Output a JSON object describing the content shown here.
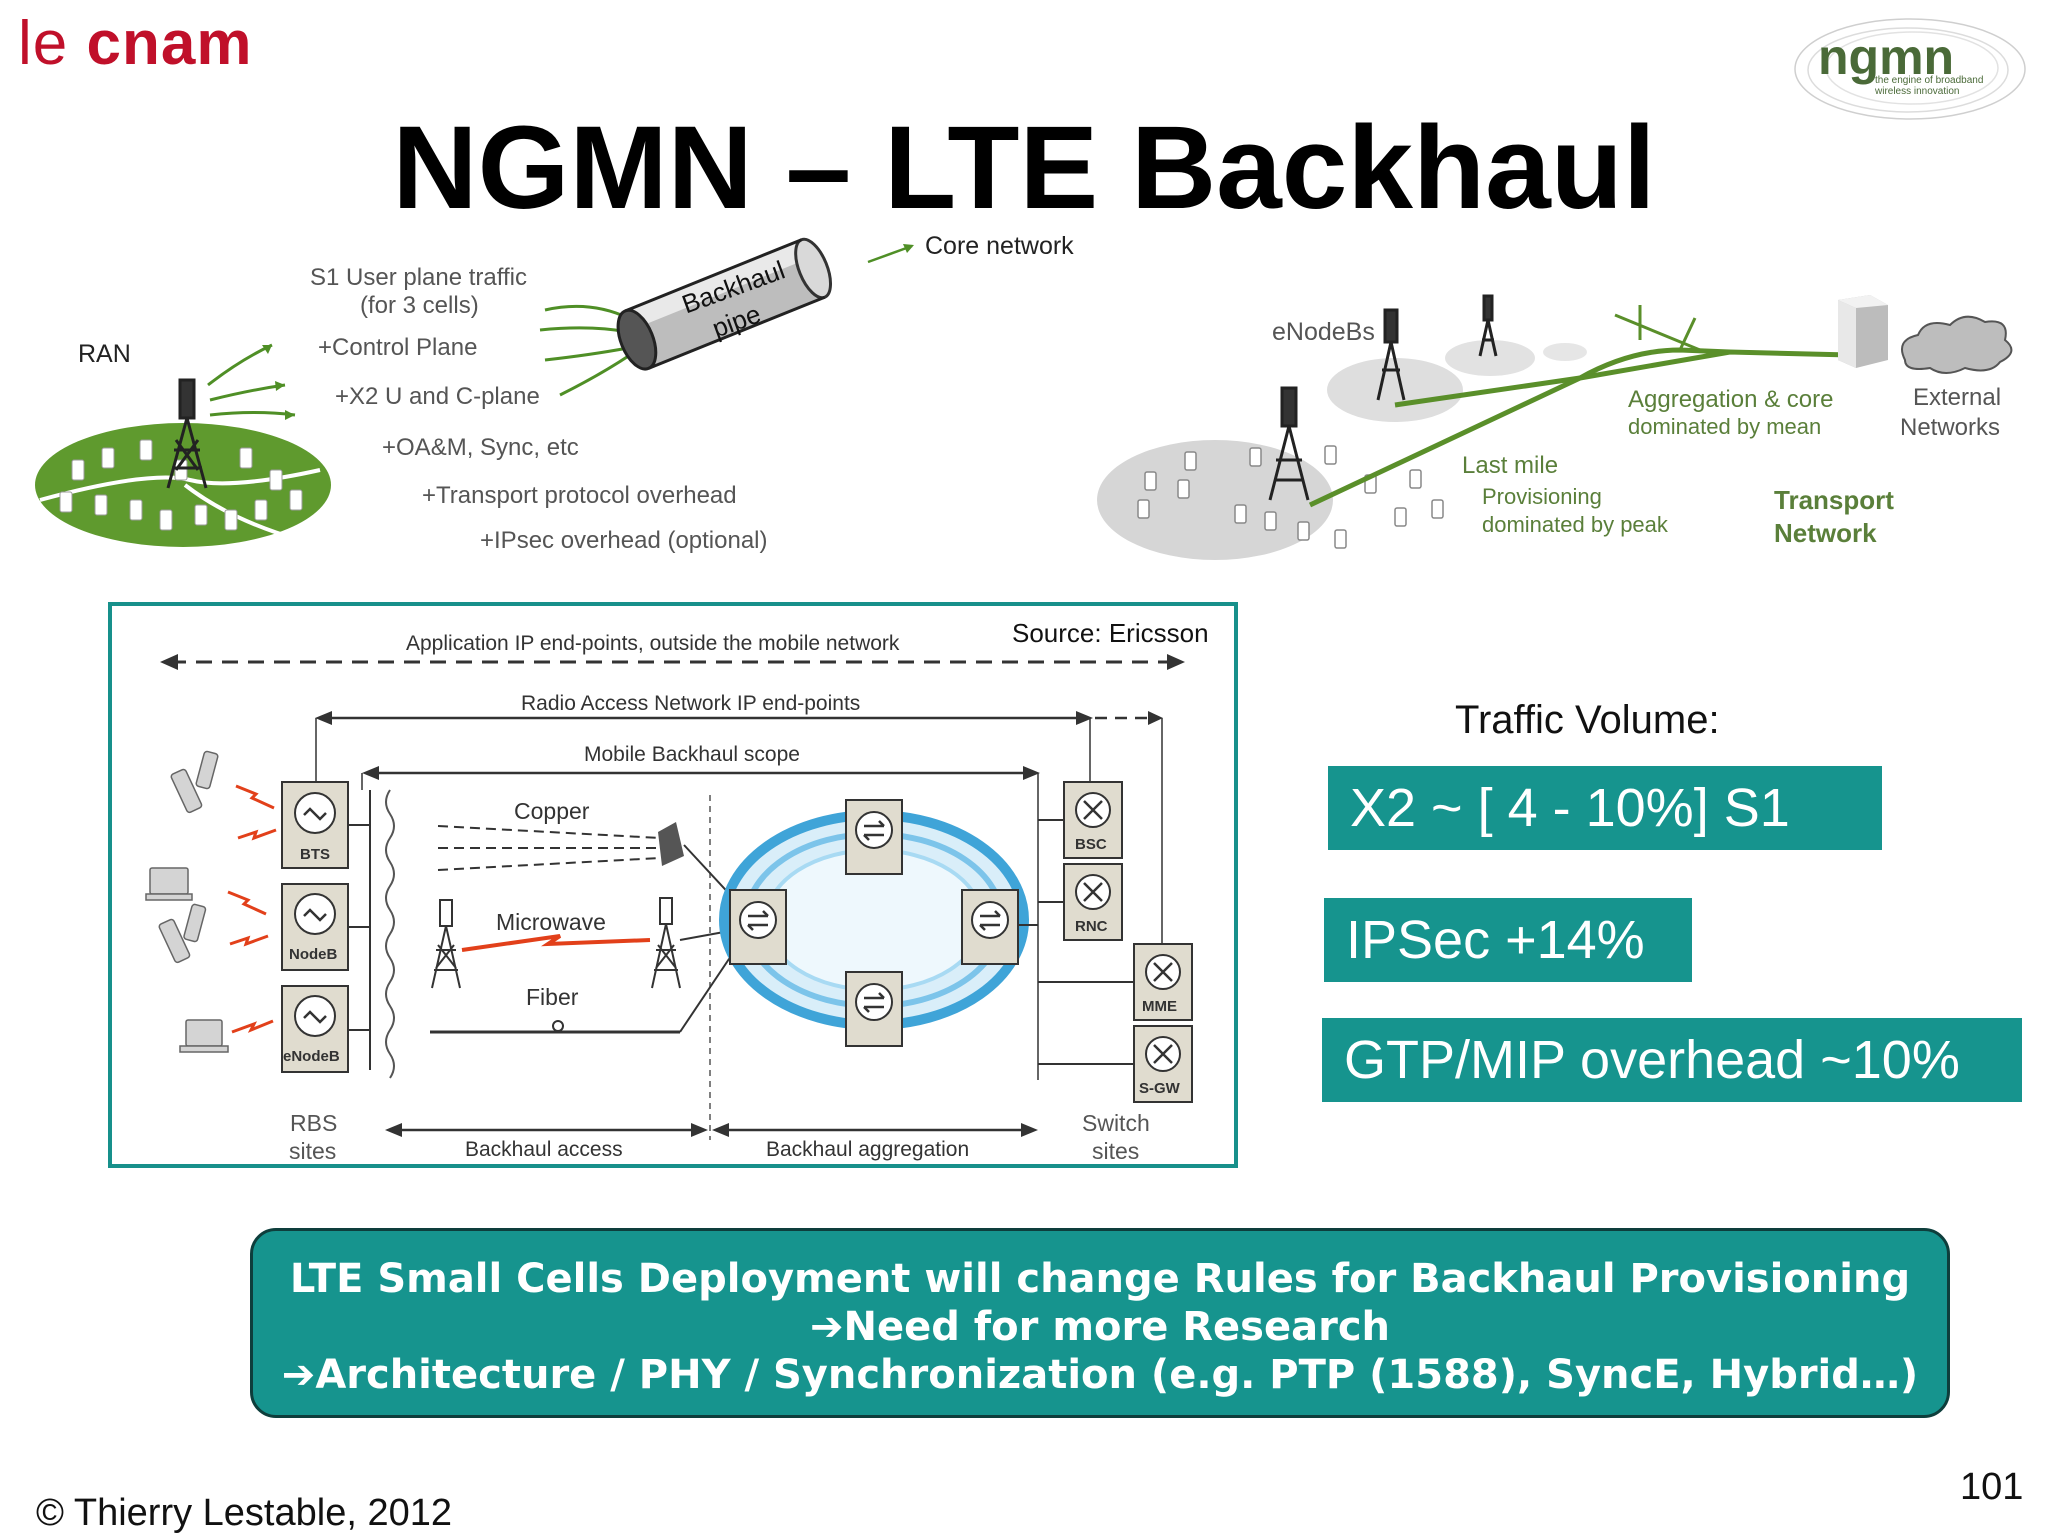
{
  "logo": {
    "text_light": "le ",
    "text_bold": "cnam"
  },
  "ngmn_logo": {
    "word": "ngmn",
    "tagline": "the engine of broadband wireless innovation"
  },
  "title": "NGMN – LTE Backhaul",
  "top_left": {
    "ran_label": "RAN",
    "pipe_label_1": "Backhaul",
    "pipe_label_2": "pipe",
    "core_network": "Core network",
    "traffic_items": [
      "S1 User plane traffic",
      "(for 3 cells)",
      "+Control Plane",
      "+X2 U and C-plane",
      "+OA&M, Sync, etc",
      "+Transport protocol overhead",
      "+IPsec overhead (optional)"
    ]
  },
  "top_right": {
    "enodebs": "eNodeBs",
    "aggregation_1": "Aggregation & core",
    "aggregation_2": "dominated by mean",
    "external_1": "External",
    "external_2": "Networks",
    "last_mile": "Last mile",
    "provisioning_1": "Provisioning",
    "provisioning_2": "dominated by peak",
    "transport_1": "Transport",
    "transport_2": "Network"
  },
  "ericsson": {
    "source": "Source:  Ericsson",
    "app_endpoints": "Application IP end-points, outside the mobile network",
    "ran_endpoints": "Radio Access Network IP end-points",
    "backhaul_scope": "Mobile Backhaul scope",
    "copper": "Copper",
    "microwave": "Microwave",
    "fiber": "Fiber",
    "bts": "BTS",
    "nodeb": "NodeB",
    "enodeb": "eNodeB",
    "bsc": "BSC",
    "rnc": "RNC",
    "mme": "MME",
    "sgw": "S-GW",
    "rbs_1": "RBS",
    "rbs_2": "sites",
    "switch_1": "Switch",
    "switch_2": "sites",
    "backhaul_access": "Backhaul access",
    "backhaul_aggregation": "Backhaul aggregation"
  },
  "traffic": {
    "title": "Traffic Volume:",
    "x2": "X2 ~ [ 4 - 10%] S1",
    "ipsec": "IPSec +14%",
    "gtp": "GTP/MIP overhead ~10%"
  },
  "callout": {
    "line1": "LTE Small Cells Deployment will change Rules for Backhaul Provisioning",
    "line2": "➔Need for more Research",
    "line3": "➔Architecture / PHY / Synchronization (e.g. PTP (1588), SyncE, Hybrid…)"
  },
  "footer": "© Thierry Lestable, 2012",
  "page_number": "101",
  "colors": {
    "teal": "#16948e",
    "cnam_red": "#c0102a",
    "green": "#5a8f2a"
  }
}
